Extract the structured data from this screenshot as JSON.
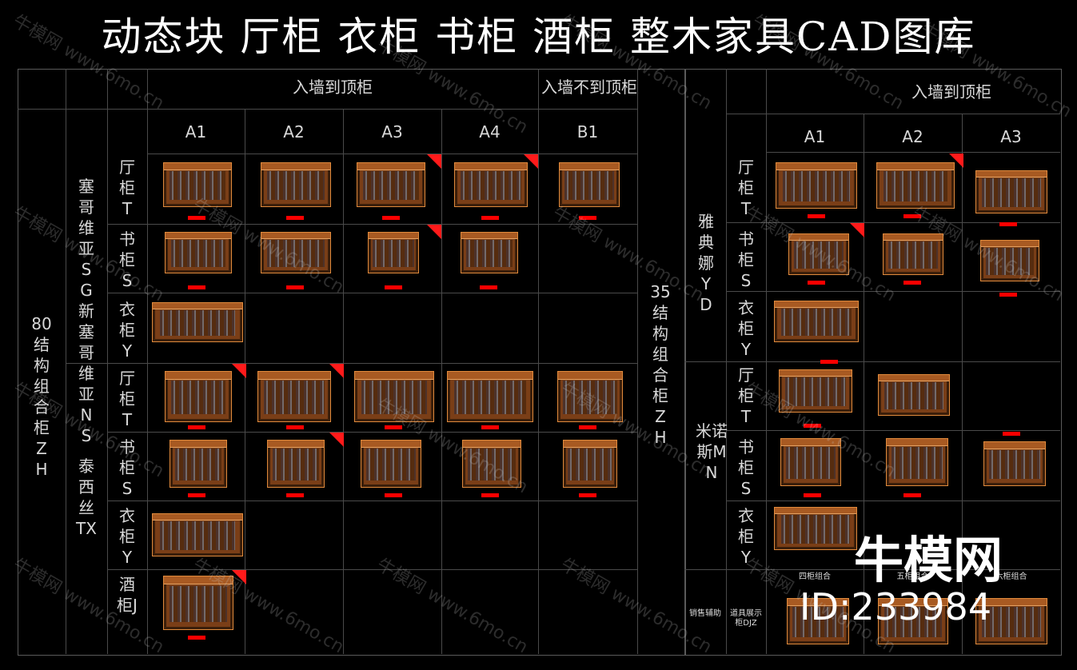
{
  "title": "动态块 厅柜 衣柜 书柜 酒柜 整木家具CAD图库",
  "left_panel": {
    "header_top": "入墙到顶柜",
    "header_top2": "入墙不到顶柜",
    "columns": [
      "A1",
      "A2",
      "A3",
      "A4",
      "B1"
    ],
    "group_label": "80结构组合柜ZH",
    "series": [
      {
        "name": "塞哥维亚SG新塞哥维亚NS",
        "rows": [
          "厅柜T",
          "书柜S",
          "衣柜Y"
        ]
      },
      {
        "name": "泰西丝TX",
        "rows": [
          "厅柜T",
          "书柜S",
          "衣柜Y",
          "酒柜J"
        ]
      }
    ]
  },
  "right_panel": {
    "header_top": "入墙到顶柜",
    "columns": [
      "A1",
      "A2",
      "A3"
    ],
    "group_label": "35结构组合柜ZH",
    "series": [
      {
        "name": "雅典娜YD",
        "rows": [
          "厅柜T",
          "书柜S",
          "衣柜Y"
        ]
      },
      {
        "name": "米诺斯MN",
        "rows": [
          "厅柜T",
          "书柜S",
          "衣柜Y"
        ]
      }
    ],
    "bottom_row_label": "销售辅助",
    "bottom_row_sub": "道具展示柜DJZ",
    "bottom_columns": [
      "四柜组合",
      "五柜组合",
      "六柜组合"
    ]
  },
  "watermark": "牛模网 www.6mo.cn",
  "brand": "牛模网",
  "id_text": "ID:233984",
  "colors": {
    "cabinet": "#7a3e17",
    "outline": "#e08a3c",
    "red": "#ff0000",
    "background": "#000000"
  }
}
